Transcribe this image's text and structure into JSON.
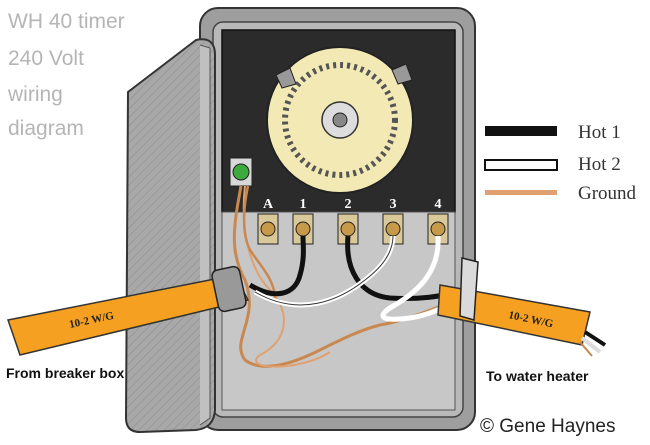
{
  "title_lines": [
    "WH 40 timer",
    "240 Volt",
    "wiring",
    "diagram"
  ],
  "terminals": [
    "A",
    "1",
    "2",
    "3",
    "4"
  ],
  "legend": [
    {
      "label": "Hot 1",
      "color": "#111111"
    },
    {
      "label": "Hot 2",
      "color": "#ffffff"
    },
    {
      "label": "Ground",
      "color": "#e0a070"
    }
  ],
  "cable_label": "10-2 W/G",
  "captions": {
    "left": "From breaker box",
    "right": "To water heater"
  },
  "credit": "© Gene Haynes",
  "colors": {
    "enclosure": "#9c9c9c",
    "panel": "#2a2a2a",
    "cable": "#f5a020",
    "copper": "#c88850"
  }
}
